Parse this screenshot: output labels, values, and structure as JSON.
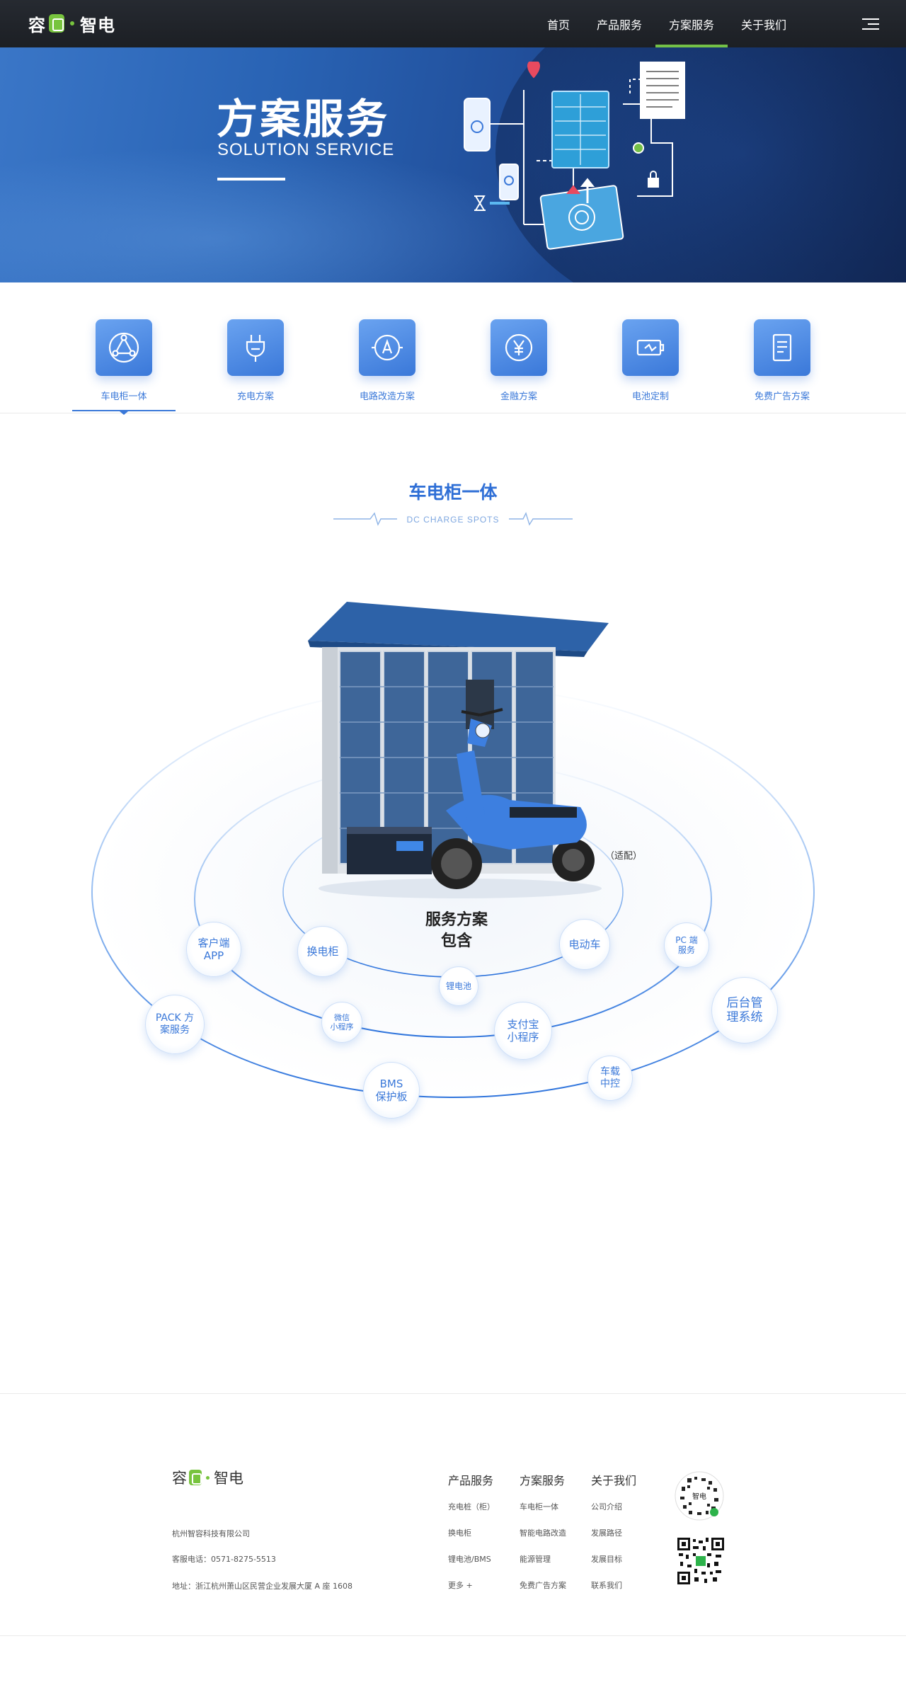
{
  "brand": {
    "name_left": "容",
    "name_right": "智电",
    "accent": "#74c047"
  },
  "nav": {
    "items": [
      {
        "label": "首页",
        "active": false
      },
      {
        "label": "产品服务",
        "active": false
      },
      {
        "label": "方案服务",
        "active": true
      },
      {
        "label": "关于我们",
        "active": false
      }
    ],
    "menu_icon": "hamburger-icon"
  },
  "banner": {
    "title": "方案服务",
    "subtitle": "SOLUTION SERVICE"
  },
  "tabs": [
    {
      "label": "车电柜一体",
      "icon": "triangle-nodes-icon",
      "active": true
    },
    {
      "label": "充电方案",
      "icon": "plug-icon",
      "active": false
    },
    {
      "label": "电路改造方案",
      "icon": "ampere-icon",
      "active": false
    },
    {
      "label": "金融方案",
      "icon": "yuan-icon",
      "active": false
    },
    {
      "label": "电池定制",
      "icon": "battery-icon",
      "active": false
    },
    {
      "label": "免费广告方案",
      "icon": "document-icon",
      "active": false
    }
  ],
  "section": {
    "title": "车电柜一体",
    "subtitle": "DC CHARGE SPOTS"
  },
  "diagram": {
    "center_line1": "服务方案",
    "center_line2": "包含",
    "note": "（适配）",
    "bubbles": [
      {
        "l1": "客户端",
        "l2": "APP"
      },
      {
        "l1": "换电柜",
        "l2": ""
      },
      {
        "l1": "锂电池",
        "l2": ""
      },
      {
        "l1": "电动车",
        "l2": ""
      },
      {
        "l1": "PC 端",
        "l2": "服务"
      },
      {
        "l1": "PACK 方",
        "l2": "案服务"
      },
      {
        "l1": "微信",
        "l2": "小程序"
      },
      {
        "l1": "支付宝",
        "l2": "小程序"
      },
      {
        "l1": "后台管",
        "l2": "理系统"
      },
      {
        "l1": "BMS",
        "l2": "保护板"
      },
      {
        "l1": "车载",
        "l2": "中控"
      }
    ]
  },
  "footer": {
    "company": "杭州智容科技有限公司",
    "phone": "客服电话：0571-8275-5513",
    "address": "地址：浙江杭州萧山区民营企业发展大厦 A 座 1608",
    "columns": [
      {
        "heading": "产品服务",
        "items": [
          "充电桩（柜）",
          "换电柜",
          "锂电池/BMS",
          "更多 +"
        ]
      },
      {
        "heading": "方案服务",
        "items": [
          "车电柜一体",
          "智能电路改造",
          "能源管理",
          "免费广告方案"
        ]
      },
      {
        "heading": "关于我们",
        "items": [
          "公司介绍",
          "发展路径",
          "发展目标",
          "联系我们"
        ]
      }
    ],
    "qr_center_text": "智电"
  }
}
